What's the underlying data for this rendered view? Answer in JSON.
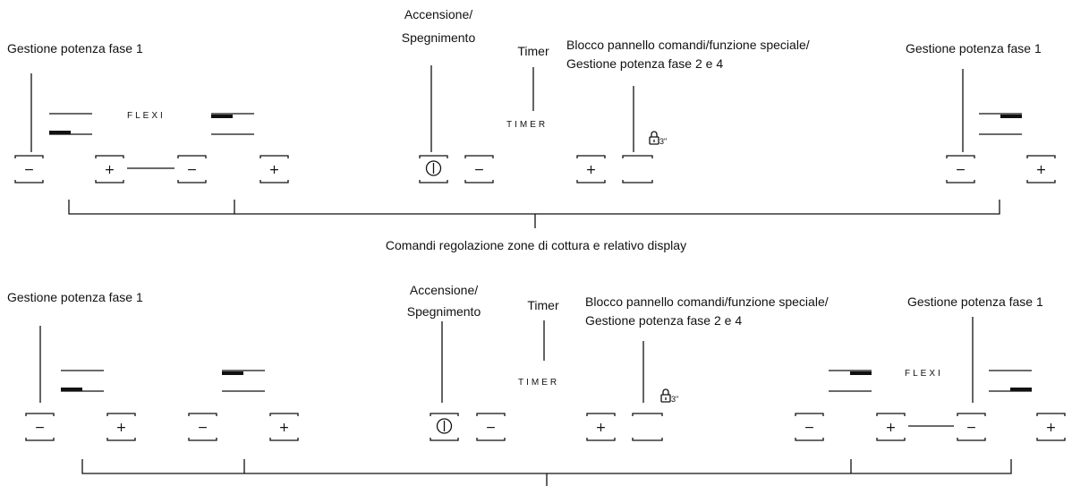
{
  "labels": {
    "power_phase1": "Gestione potenza fase 1",
    "on_off_line1": "Accensione/",
    "on_off_line2": "Spegnimento",
    "timer": "Timer",
    "lock_line1": "Blocco pannello comandi/funzione speciale/",
    "lock_line2": "Gestione potenza fase 2 e 4",
    "zones_caption": "Comandi regolazione zone di cottura e relativo display"
  },
  "panel": {
    "flexi": "FLEXI",
    "timer_text": "TIMER",
    "minus": "−",
    "plus": "+",
    "lock_suffix": "3\"",
    "power_symbol": "power-icon",
    "lock_symbol": "lock-icon"
  }
}
